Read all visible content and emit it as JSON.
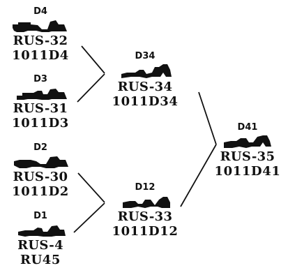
{
  "nodes": {
    "d4": {
      "tag": "D4",
      "code": "RUS-32",
      "sub": "1011D4"
    },
    "d3": {
      "tag": "D3",
      "code": "RUS-31",
      "sub": "1011D3"
    },
    "d2": {
      "tag": "D2",
      "code": "RUS-30",
      "sub": "1011D2"
    },
    "d1": {
      "tag": "D1",
      "code": "RUS-4",
      "sub": "RU45"
    },
    "d34": {
      "tag": "D34",
      "code": "RUS-34",
      "sub": "1011D34"
    },
    "d12": {
      "tag": "D12",
      "code": "RUS-33",
      "sub": "1011D12"
    },
    "d41": {
      "tag": "D41",
      "code": "RUS-35",
      "sub": "1011D41"
    }
  },
  "edges": [
    {
      "from": "d4",
      "to": "d34"
    },
    {
      "from": "d3",
      "to": "d34"
    },
    {
      "from": "d2",
      "to": "d12"
    },
    {
      "from": "d1",
      "to": "d12"
    },
    {
      "from": "d34",
      "to": "d41"
    },
    {
      "from": "d12",
      "to": "d41"
    }
  ],
  "colors": {
    "ink": "#111111",
    "background": "#ffffff"
  }
}
